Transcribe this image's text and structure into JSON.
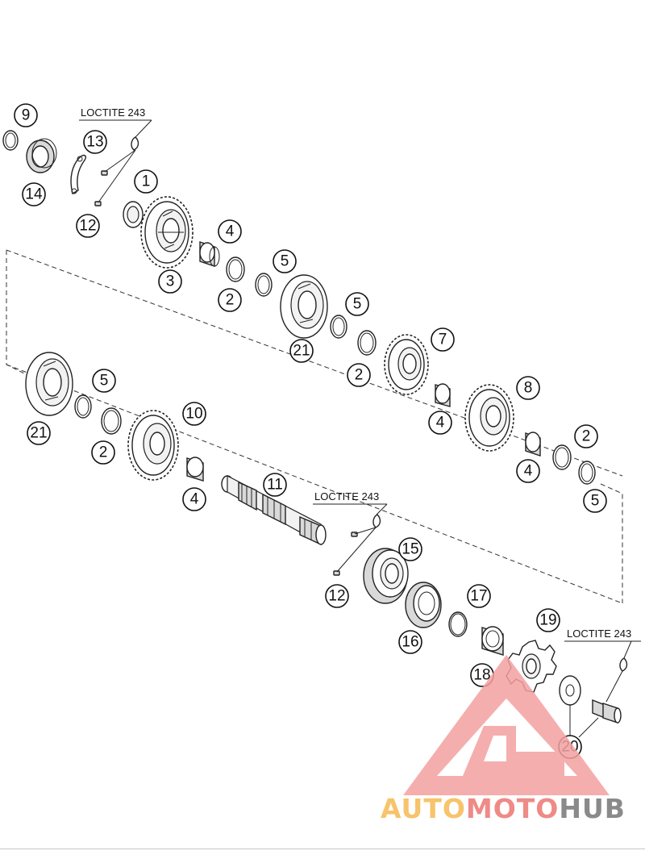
{
  "diagram": {
    "callouts": [
      "9",
      "13",
      "14",
      "1",
      "12",
      "3",
      "4",
      "2",
      "5",
      "21",
      "5",
      "7",
      "2",
      "4",
      "8",
      "21",
      "5",
      "2",
      "10",
      "4",
      "2",
      "4",
      "5",
      "11",
      "15",
      "12",
      "16",
      "17",
      "18",
      "19",
      "20"
    ],
    "loctite_labels": [
      "LOCTITE 243",
      "LOCTITE 243",
      "LOCTITE 243"
    ]
  },
  "watermark": {
    "part1": "AUTO",
    "part2": "MOTO",
    "part3": "HUB",
    "colors": {
      "auto": "#f7c36b",
      "moto": "#ef8a86",
      "hub": "#8a8a8a",
      "logo": "#f4a1a0"
    }
  }
}
